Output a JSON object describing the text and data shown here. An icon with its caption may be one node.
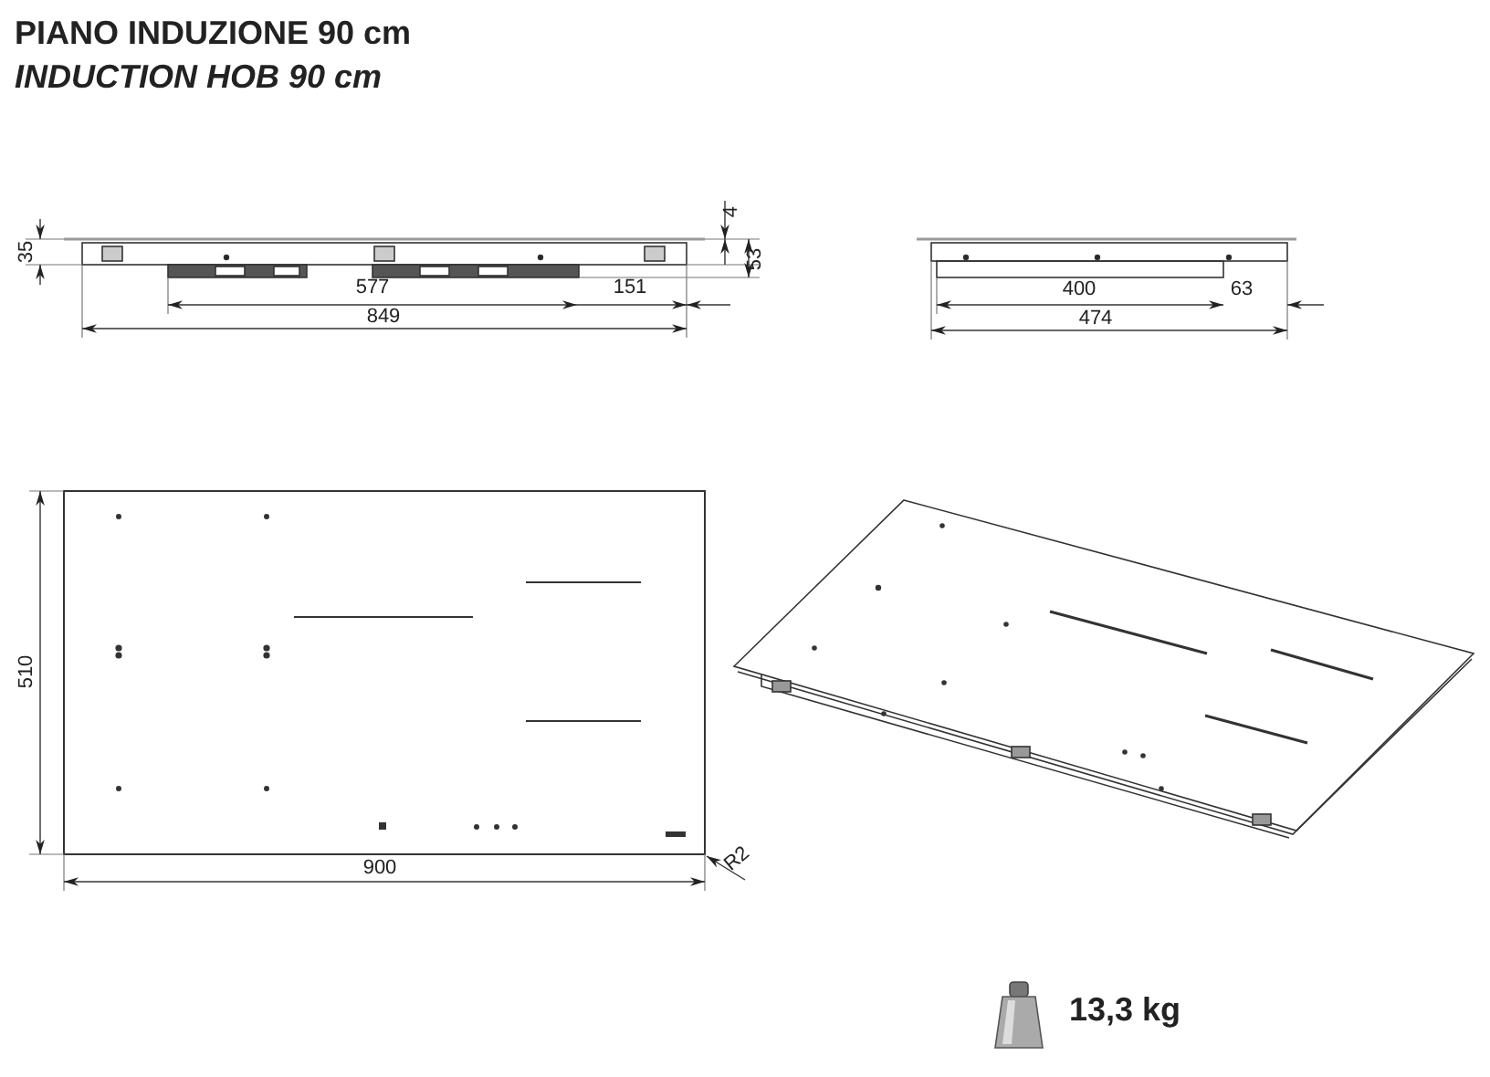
{
  "diagram": {
    "title": "PIANO INDUZIONE 90 cm",
    "labels": [
      "INDUCTION HOB 90 cm",
      "35",
      "4",
      "53",
      "577",
      "151",
      "849",
      "400",
      "63",
      "474",
      "510",
      "900",
      "R2",
      "13,3 kg"
    ]
  }
}
